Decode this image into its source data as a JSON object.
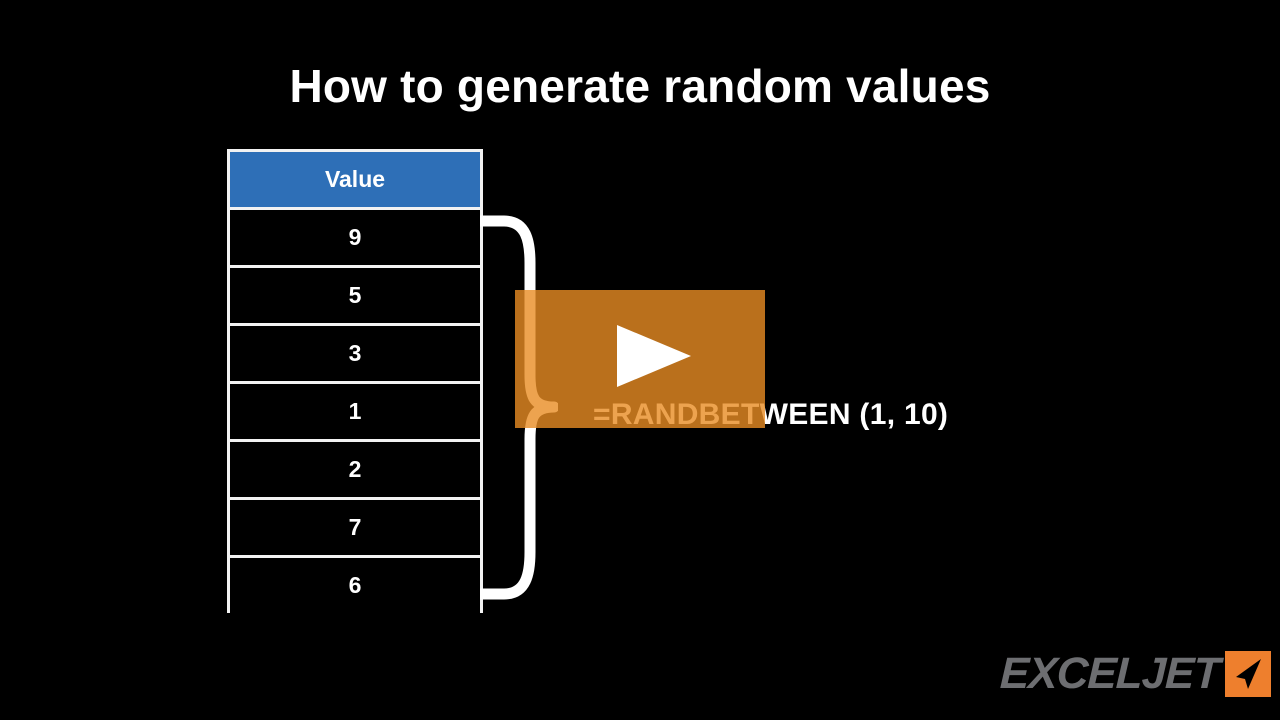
{
  "slide": {
    "title": "How to generate random values",
    "background_color": "#000000"
  },
  "table": {
    "header": "Value",
    "header_bg": "#2e6fb7",
    "border_color": "#f2f2f2",
    "rows": [
      "9",
      "5",
      "3",
      "1",
      "2",
      "7",
      "6"
    ]
  },
  "annotation": {
    "formula": "=RANDBETWEEN (1, 10)",
    "brace_color": "#ffffff"
  },
  "video_overlay": {
    "play_icon": "play-triangle-icon",
    "overlay_color": "#e88c23"
  },
  "logo": {
    "wordmark": "EXCELJET",
    "word_color": "#6d6e71",
    "mark_color": "#ee7f2d",
    "mark_icon": "cursor-arrow-icon"
  }
}
